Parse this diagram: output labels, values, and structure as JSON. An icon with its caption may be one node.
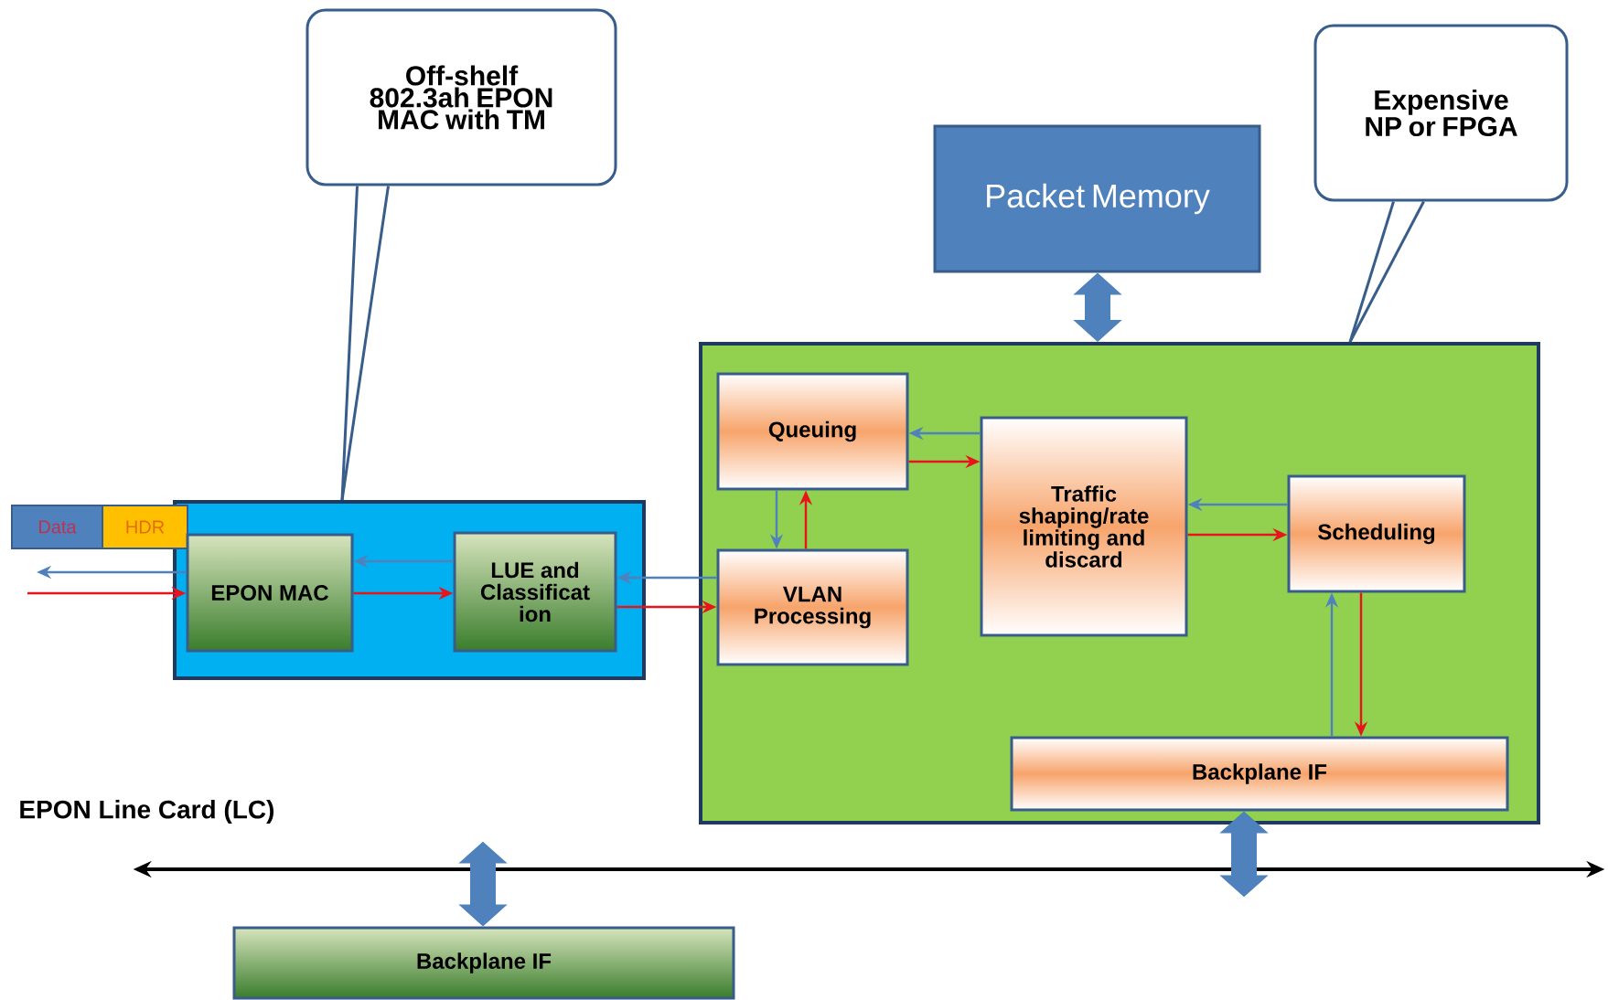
{
  "diagram": {
    "nodes": [
      {
        "text": [
          "Off-shelf 802.3ah EPON MAC with TM"
        ]
      },
      {
        "text": [
          "Expensive NP or FPGA"
        ]
      },
      {
        "text": [
          "Packet Memory"
        ]
      },
      {
        "text": [],
        "shape": "box"
      },
      {
        "text": [
          "Data"
        ]
      },
      {
        "text": [
          "HDR"
        ]
      },
      {
        "text": [
          "EPON MAC"
        ],
        "in": 3
      },
      {
        "text": [
          "LUE and Classificat ion"
        ],
        "in": 3
      },
      {
        "text": [],
        "shape": "box"
      },
      {
        "text": [
          "Queuing"
        ],
        "in": 8
      },
      {
        "text": [
          "VLAN Processing"
        ],
        "in": 8
      },
      {
        "text": [
          "Traffic shaping/rate limiting and discard"
        ],
        "in": 8
      },
      {
        "text": [
          "Scheduling"
        ],
        "in": 8
      },
      {
        "text": [
          "Backplane IF"
        ],
        "in": 8
      },
      {
        "text": [
          "Backplane IF"
        ]
      },
      {
        "text": [],
        "shape": "bar"
      }
    ],
    "edges": [
      {
        "from": 0,
        "to": 3,
        "arrow": "none"
      },
      {
        "from": 1,
        "to": 8,
        "arrow": "none"
      },
      {
        "from": 2,
        "to": 8,
        "arrow": "both",
        "style": "thick",
        "color": "#4f81bd"
      },
      {
        "from": 13,
        "to": 15,
        "arrow": "both",
        "style": "thick",
        "color": "#4f81bd"
      },
      {
        "from": 14,
        "to": 15,
        "arrow": "both",
        "style": "thick",
        "color": "#4f81bd"
      },
      {
        "from": null,
        "to": 6,
        "arrow": "to",
        "color": "#e8141c"
      },
      {
        "from": 6,
        "to": 7,
        "arrow": "to",
        "color": "#e8141c"
      },
      {
        "from": 7,
        "to": 10,
        "arrow": "to",
        "color": "#e8141c"
      },
      {
        "from": 10,
        "to": 9,
        "arrow": "to",
        "color": "#e8141c"
      },
      {
        "from": 9,
        "to": 11,
        "arrow": "to",
        "color": "#e8141c"
      },
      {
        "from": 11,
        "to": 12,
        "arrow": "to",
        "color": "#e8141c"
      },
      {
        "from": 12,
        "to": 13,
        "arrow": "to",
        "color": "#e8141c"
      },
      {
        "from": 6,
        "to": null,
        "arrow": "to",
        "color": "#4f81bd"
      },
      {
        "from": 7,
        "to": 6,
        "arrow": "to",
        "color": "#4f81bd"
      },
      {
        "from": 10,
        "to": 7,
        "arrow": "to",
        "color": "#4f81bd"
      },
      {
        "from": 11,
        "to": 9,
        "arrow": "to",
        "color": "#4f81bd"
      },
      {
        "from": 12,
        "to": 11,
        "arrow": "to",
        "color": "#4f81bd"
      },
      {
        "from": 13,
        "to": 12,
        "arrow": "to",
        "color": "#4f81bd"
      },
      {
        "from": 9,
        "to": 10,
        "arrow": "to",
        "color": "#4f81bd"
      }
    ],
    "labels": [
      "EPON Line Card (LC)"
    ]
  }
}
